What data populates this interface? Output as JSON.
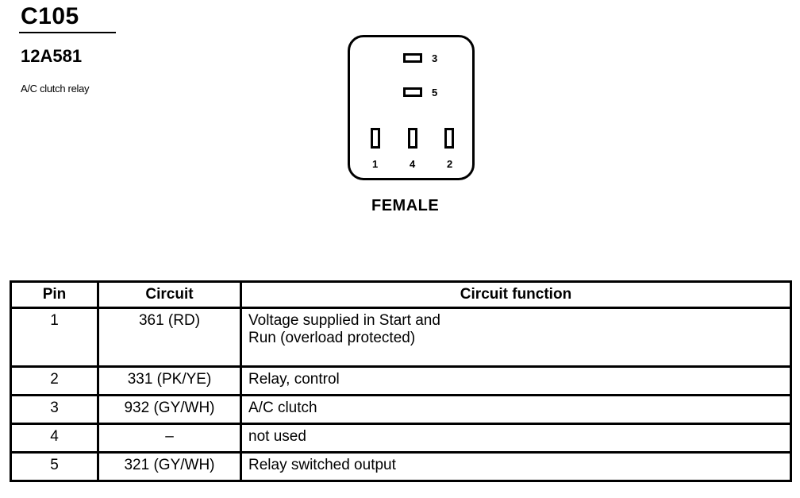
{
  "header": {
    "connector_id": "C105",
    "part_number": "12A581",
    "description": "A/C clutch relay"
  },
  "connector": {
    "caption": "FEMALE",
    "pin_labels": {
      "p3": "3",
      "p5": "5",
      "p1": "1",
      "p4": "4",
      "p2": "2"
    }
  },
  "table": {
    "headers": [
      "Pin",
      "Circuit",
      "Circuit function"
    ],
    "rows": [
      {
        "pin": "1",
        "circuit": "361 (RD)",
        "function_lines": [
          "Voltage supplied in Start and",
          "Run (overload protected)"
        ]
      },
      {
        "pin": "2",
        "circuit": "331 (PK/YE)",
        "function_lines": [
          "Relay, control"
        ]
      },
      {
        "pin": "3",
        "circuit": "932 (GY/WH)",
        "function_lines": [
          "A/C clutch"
        ]
      },
      {
        "pin": "4",
        "circuit": "–",
        "function_lines": [
          "not used"
        ]
      },
      {
        "pin": "5",
        "circuit": "321 (GY/WH)",
        "function_lines": [
          "Relay switched output"
        ]
      }
    ]
  }
}
